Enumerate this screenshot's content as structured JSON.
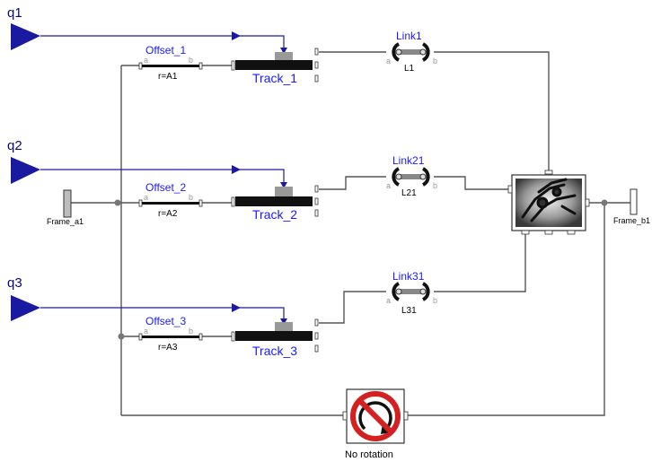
{
  "inputs": [
    {
      "name": "q1"
    },
    {
      "name": "q2"
    },
    {
      "name": "q3"
    }
  ],
  "offsets": [
    {
      "name": "Offset_1",
      "param": "r=A1",
      "port_a": "a",
      "port_b": "b"
    },
    {
      "name": "Offset_2",
      "param": "r=A2",
      "port_a": "a",
      "port_b": "b"
    },
    {
      "name": "Offset_3",
      "param": "r=A3",
      "port_a": "a",
      "port_b": "b"
    }
  ],
  "tracks": [
    {
      "name": "Track_1"
    },
    {
      "name": "Track_2"
    },
    {
      "name": "Track_3"
    }
  ],
  "links": [
    {
      "name": "Link1",
      "param": "L1",
      "port_a": "a",
      "port_b": "b"
    },
    {
      "name": "Link21",
      "param": "L21",
      "port_a": "a",
      "port_b": "b"
    },
    {
      "name": "Link31",
      "param": "L31",
      "port_a": "a",
      "port_b": "b"
    }
  ],
  "frames": {
    "a": "Frame_a1",
    "b": "Frame_b1"
  },
  "no_rotation": {
    "label": "No rotation"
  },
  "colors": {
    "signal": "#1a1aa0",
    "label_blue": "#1a1aff",
    "wire": "#555555",
    "no_rotation_red": "#d42020"
  }
}
